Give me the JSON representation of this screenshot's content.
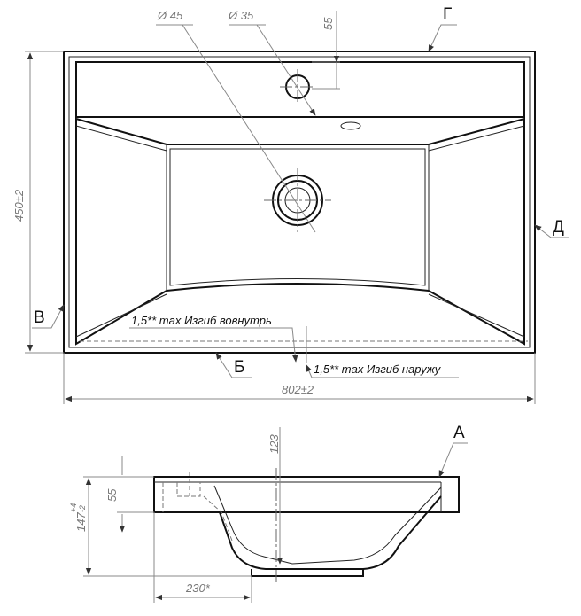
{
  "top_view": {
    "dim_d45": "Ø 45",
    "dim_d35": "Ø 35",
    "dim_55": "55",
    "dim_width": "802±2",
    "dim_height": "450±2",
    "note_inward": "1,5** max Изгиб вовнутрь",
    "note_outward": "1,5** max Изгиб наружу",
    "letter_g": "Г",
    "letter_d": "Д",
    "letter_v": "В",
    "letter_b": "Б"
  },
  "side_view": {
    "dim_123": "123",
    "dim_55": "55",
    "dim_147": "147",
    "dim_147_tol_up": "+4",
    "dim_147_tol_down": "-2",
    "dim_230": "230*",
    "letter_a": "А"
  }
}
